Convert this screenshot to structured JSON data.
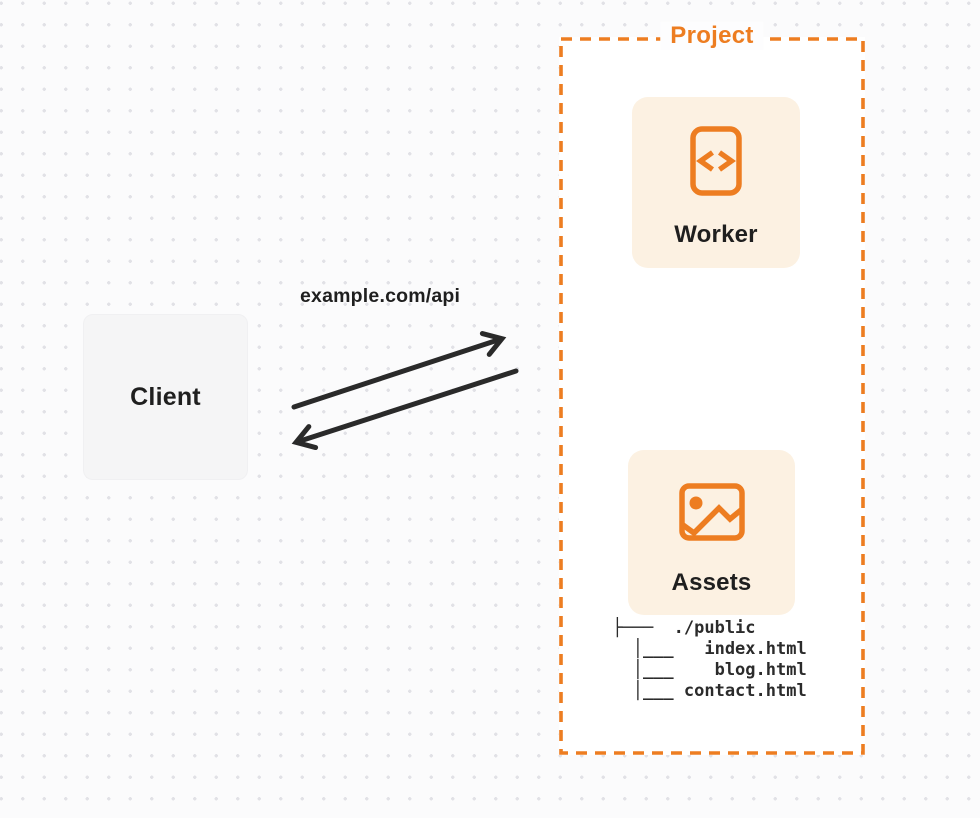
{
  "project": {
    "label": "Project",
    "worker": {
      "label": "Worker",
      "icon": "code-file-icon"
    },
    "assets": {
      "label": "Assets",
      "icon": "image-icon",
      "file_tree": " ├───  ./public\n   │___   index.html\n   │___    blog.html\n   │___ contact.html",
      "files": [
        "./public",
        "index.html",
        "blog.html",
        "contact.html"
      ]
    }
  },
  "client": {
    "label": "Client"
  },
  "connection": {
    "request_label": "example.com/api",
    "direction": "bidirectional"
  },
  "colors": {
    "accent_orange": "#ED7D21",
    "card_cream": "#FCF1E2",
    "client_gray": "#F5F5F6",
    "arrow_dark": "#2A2A2A",
    "text_dark": "#1F1F1F",
    "page_background": "#FBFBFC",
    "dot_grid": "#E1E1E6"
  }
}
